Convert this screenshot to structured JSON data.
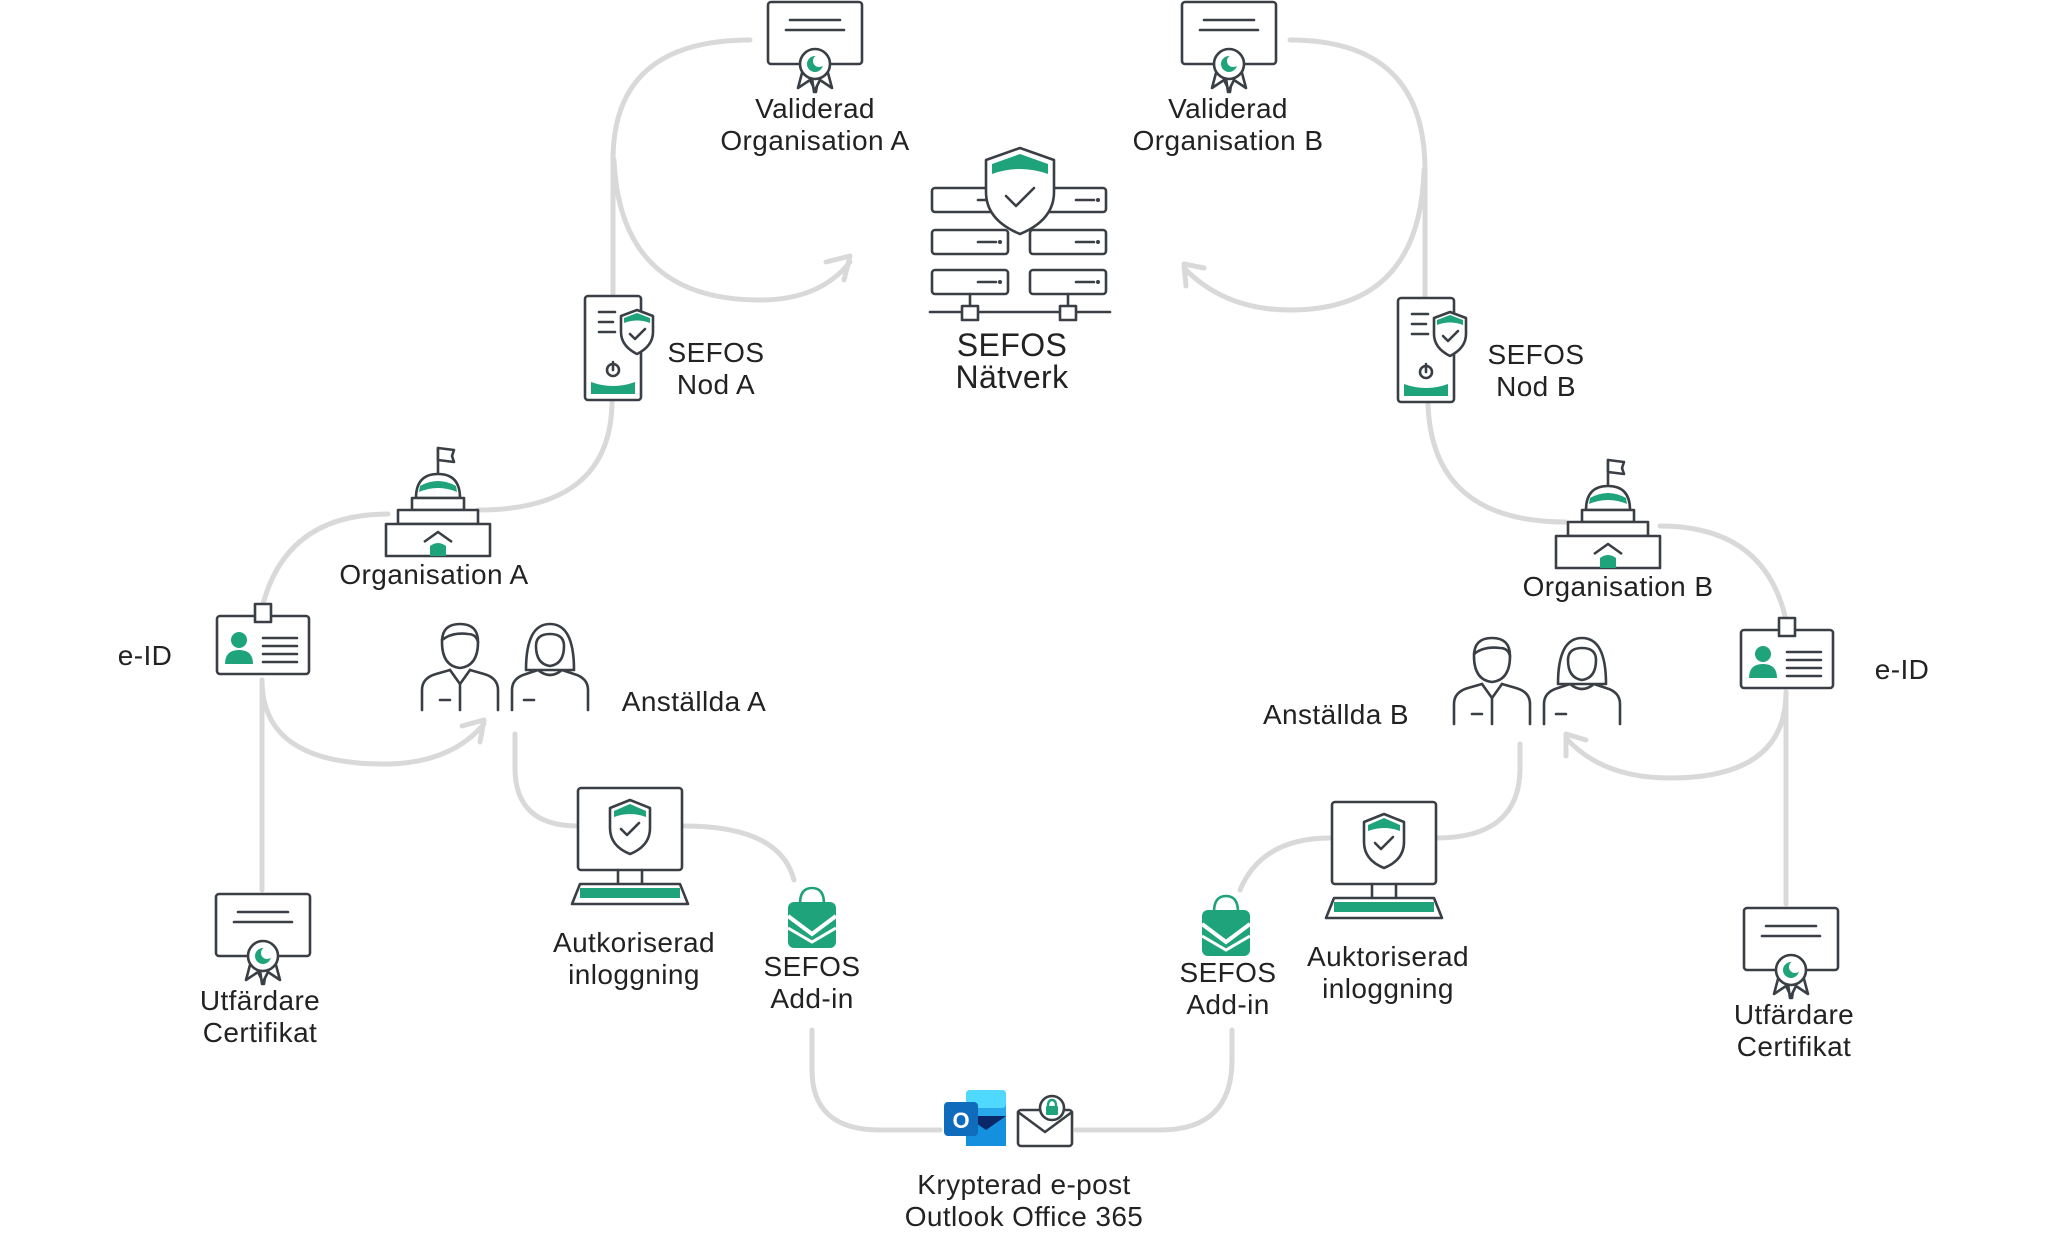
{
  "colors": {
    "accent": "#1fa37a",
    "line": "#3a3f45",
    "connector": "#d9d9d9",
    "text": "#222222"
  },
  "network": {
    "line1": "SEFOS",
    "line2": "Nätverk",
    "icon": "server-network-shield-icon"
  },
  "validated_a": {
    "line1": "Validerad",
    "line2": "Organisation A",
    "icon": "certificate-icon"
  },
  "validated_b": {
    "line1": "Validerad",
    "line2": "Organisation B",
    "icon": "certificate-icon"
  },
  "node_a": {
    "line1": "SEFOS",
    "line2": "Nod A",
    "icon": "server-tower-icon"
  },
  "node_b": {
    "line1": "SEFOS",
    "line2": "Nod B",
    "icon": "server-tower-icon"
  },
  "org_a": {
    "label": "Organisation A",
    "icon": "government-building-icon"
  },
  "org_b": {
    "label": "Organisation B",
    "icon": "government-building-icon"
  },
  "eid_a": {
    "label": "e-ID",
    "icon": "id-card-icon"
  },
  "eid_b": {
    "label": "e-ID",
    "icon": "id-card-icon"
  },
  "employees_a": {
    "label": "Anställda A",
    "icon": "employees-icon"
  },
  "employees_b": {
    "label": "Anställda B",
    "icon": "employees-icon"
  },
  "issuer_a": {
    "line1": "Utfärdare",
    "line2": "Certifikat",
    "icon": "certificate-icon"
  },
  "issuer_b": {
    "line1": "Utfärdare",
    "line2": "Certifikat",
    "icon": "certificate-icon"
  },
  "login_a": {
    "line1": "Autkoriserad",
    "line2": "inloggning",
    "icon": "monitor-shield-icon"
  },
  "login_b": {
    "line1": "Auktoriserad",
    "line2": "inloggning",
    "icon": "monitor-shield-icon"
  },
  "addin_a": {
    "line1": "SEFOS",
    "line2": "Add-in",
    "icon": "shopping-bag-icon"
  },
  "addin_b": {
    "line1": "SEFOS",
    "line2": "Add-in",
    "icon": "shopping-bag-icon"
  },
  "email": {
    "line1": "Krypterad e-post",
    "line2": "Outlook Office 365",
    "icon_outlook": "outlook-icon",
    "icon_mail": "locked-envelope-icon",
    "outlook_letter": "O"
  }
}
